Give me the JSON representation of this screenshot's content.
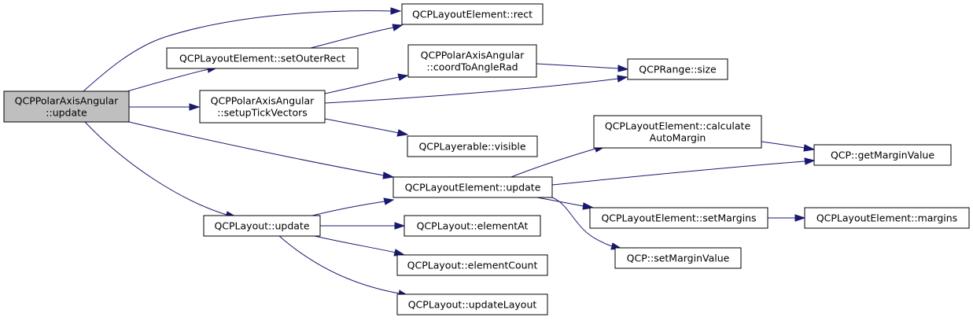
{
  "colors": {
    "edge": "#191970",
    "root_fill": "#bfbfbf",
    "node_fill": "#ffffff",
    "border": "#000000"
  },
  "nodes": {
    "root": {
      "lines": [
        "QCPPolarAxisAngular",
        "::update"
      ]
    },
    "rect": {
      "lines": [
        "QCPLayoutElement::rect"
      ]
    },
    "setOuterRect": {
      "lines": [
        "QCPLayoutElement::setOuterRect"
      ]
    },
    "coordToAngleRad": {
      "lines": [
        "QCPPolarAxisAngular",
        "::coordToAngleRad"
      ]
    },
    "rangeSize": {
      "lines": [
        "QCPRange::size"
      ]
    },
    "setupTickVectors": {
      "lines": [
        "QCPPolarAxisAngular",
        "::setupTickVectors"
      ]
    },
    "visible": {
      "lines": [
        "QCPLayerable::visible"
      ]
    },
    "calculateAutoMargin": {
      "lines": [
        "QCPLayoutElement::calculate",
        "AutoMargin"
      ]
    },
    "getMarginValue": {
      "lines": [
        "QCP::getMarginValue"
      ]
    },
    "elementUpdate": {
      "lines": [
        "QCPLayoutElement::update"
      ]
    },
    "setMargins": {
      "lines": [
        "QCPLayoutElement::setMargins"
      ]
    },
    "margins": {
      "lines": [
        "QCPLayoutElement::margins"
      ]
    },
    "setMarginValue": {
      "lines": [
        "QCP::setMarginValue"
      ]
    },
    "layoutUpdate": {
      "lines": [
        "QCPLayout::update"
      ]
    },
    "elementAt": {
      "lines": [
        "QCPLayout::elementAt"
      ]
    },
    "elementCount": {
      "lines": [
        "QCPLayout::elementCount"
      ]
    },
    "updateLayout": {
      "lines": [
        "QCPLayout::updateLayout"
      ]
    }
  }
}
